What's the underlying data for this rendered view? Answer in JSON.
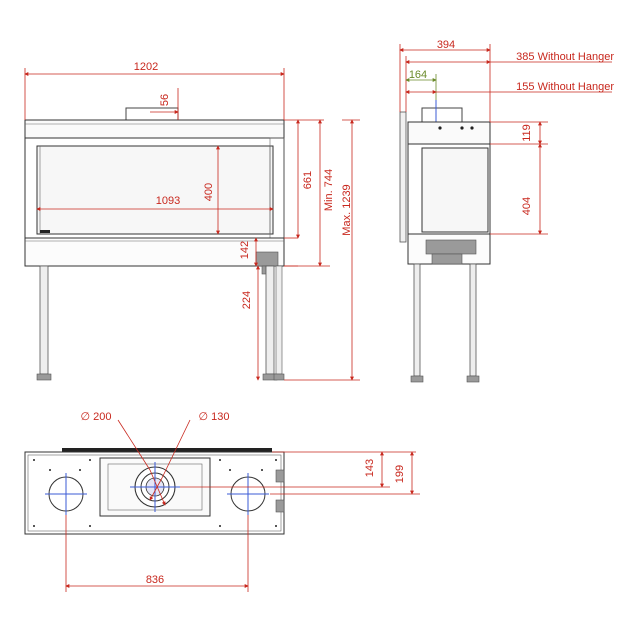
{
  "front_view": {
    "overall_width": "1202",
    "flue_offset": "56",
    "glass_width": "1093",
    "glass_height": "400",
    "base_height": "142",
    "leg_height": "224",
    "overall_height_661": "661",
    "min_height": "Min. 744",
    "max_height": "Max. 1239"
  },
  "side_view": {
    "depth": "394",
    "hanger_385": "385 Without Hanger",
    "hanger_155": "155 Without Hanger",
    "offset_164": "164",
    "top_119": "119",
    "glass_404": "404"
  },
  "top_view": {
    "flue_outer_diameter": "∅ 200",
    "flue_inner_diameter": "∅ 130",
    "depth_143": "143",
    "depth_199": "199",
    "vent_spacing": "836"
  },
  "colors": {
    "dimension": "#c8281e",
    "hanger_dimension": "#6a8a2a",
    "centerline": "#3b5bd6"
  }
}
